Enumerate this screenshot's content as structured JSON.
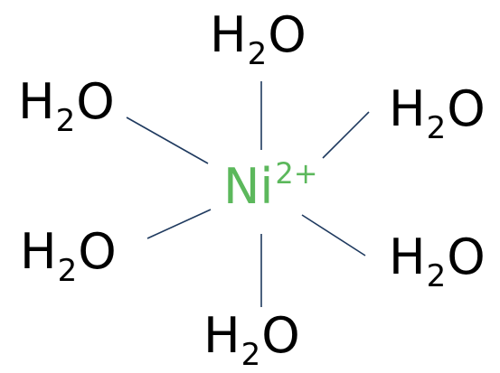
{
  "complex": {
    "metal": {
      "symbol": "Ni",
      "charge": "2+",
      "color": "#5cb85c"
    },
    "ligands": [
      {
        "id": "top",
        "lead": "H",
        "sub": "2",
        "tail": "O"
      },
      {
        "id": "upper-left",
        "lead": "H",
        "sub": "2",
        "tail": "O"
      },
      {
        "id": "upper-right",
        "lead": "H",
        "sub": "2",
        "tail": "O"
      },
      {
        "id": "lower-left",
        "lead": "H",
        "sub": "2",
        "tail": "O"
      },
      {
        "id": "lower-right",
        "lead": "H",
        "sub": "2",
        "tail": "O"
      },
      {
        "id": "bottom",
        "lead": "H",
        "sub": "2",
        "tail": "O"
      }
    ],
    "bond_color": "#1f3a5f"
  }
}
